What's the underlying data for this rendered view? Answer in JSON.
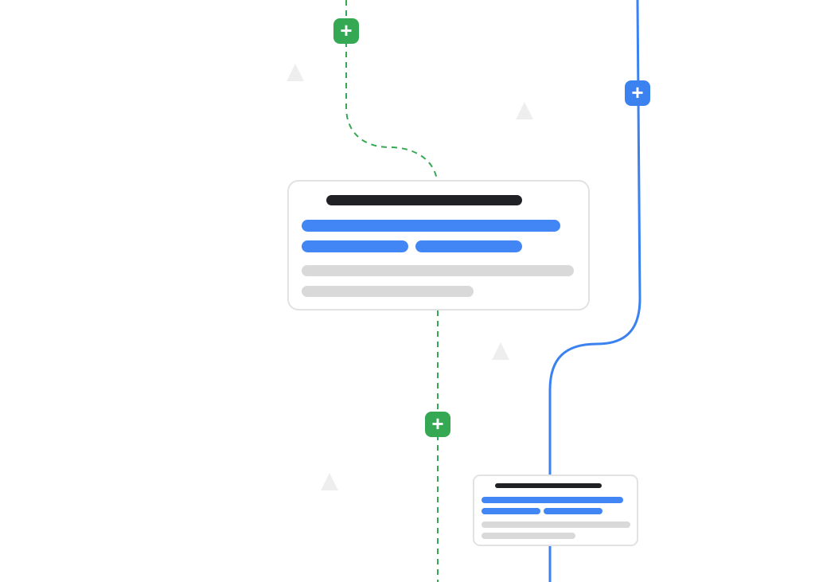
{
  "colors": {
    "flow_green": "#34a853",
    "flow_blue": "#3b82f0",
    "title_bar": "#202124",
    "accent_bar": "#4285f4",
    "muted_bar": "#d9d9d9",
    "card_border": "#e2e2e2",
    "decor_triangle": "#eeeeee"
  },
  "connectors": [
    {
      "style": "dashed",
      "color": "green"
    },
    {
      "style": "dashed",
      "color": "green"
    },
    {
      "style": "solid",
      "color": "blue"
    }
  ],
  "add_buttons": [
    {
      "label": "+",
      "color": "green"
    },
    {
      "label": "+",
      "color": "blue"
    },
    {
      "label": "+",
      "color": "green"
    }
  ],
  "cards": [
    {
      "size": "large",
      "bars": [
        "title",
        "accent-full",
        "accent-half",
        "accent-half",
        "muted-full",
        "muted-partial"
      ]
    },
    {
      "size": "small",
      "bars": [
        "title",
        "accent-full",
        "accent-half",
        "accent-half",
        "muted-full",
        "muted-partial"
      ]
    }
  ],
  "decorations": [
    {
      "shape": "triangle-icon"
    },
    {
      "shape": "triangle-icon"
    },
    {
      "shape": "triangle-icon"
    },
    {
      "shape": "triangle-icon"
    }
  ]
}
